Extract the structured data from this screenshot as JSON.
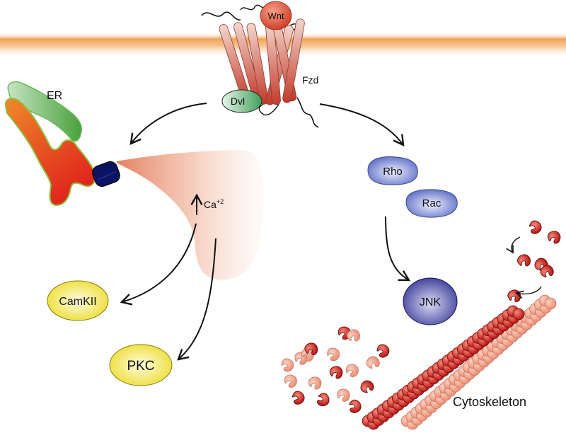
{
  "diagram": {
    "title": "Non-canonical Wnt signaling (Wnt/Ca2+ and planar cell polarity pathways)",
    "nodes": {
      "wnt": {
        "label": "Wnt",
        "color": "#d9472a"
      },
      "fzd": {
        "label": "Fzd",
        "color": "#c9574a"
      },
      "dvl": {
        "label": "Dvl",
        "color": "#5aaa6a"
      },
      "er": {
        "label": "ER",
        "color": "#e06a1f"
      },
      "ca": {
        "label": "Ca",
        "superscript": "+2"
      },
      "camkii": {
        "label": "CamKII",
        "color": "#f0e040"
      },
      "pkc": {
        "label": "PKC",
        "color": "#f0e040"
      },
      "rho": {
        "label": "Rho",
        "color": "#6a7ccc"
      },
      "rac": {
        "label": "Rac",
        "color": "#6a7ccc"
      },
      "jnk": {
        "label": "JNK",
        "color": "#4a4aa0"
      },
      "cytoskeleton": {
        "label": "Cytoskeleton",
        "color": "#c82020"
      }
    },
    "edges": [
      {
        "from": "Fzd/Dvl",
        "to": "ER"
      },
      {
        "from": "Fzd/Dvl",
        "to": "Rho"
      },
      {
        "from": "Ca",
        "to": "CamKII"
      },
      {
        "from": "Ca",
        "to": "PKC"
      },
      {
        "from": "Rho/Rac",
        "to": "JNK"
      },
      {
        "from": "actin monomers",
        "to": "Cytoskeleton"
      }
    ],
    "colors": {
      "membrane": "#f4a860",
      "calcium_cloud": "#e98a6a",
      "er_channel": "#0d1a6e",
      "arrow": "#111111"
    }
  }
}
